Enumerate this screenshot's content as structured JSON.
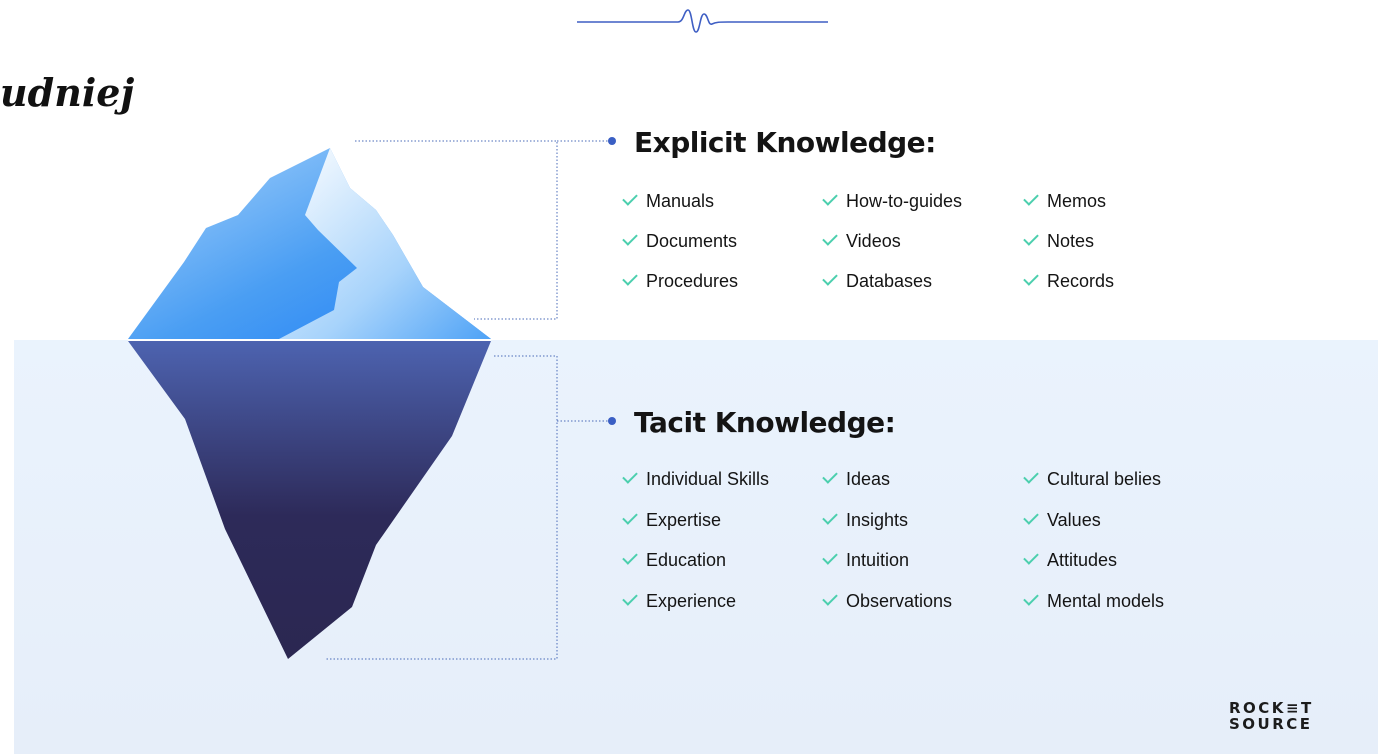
{
  "page": {
    "title_fragment": "udniej"
  },
  "explicit": {
    "title": "Explicit Knowledge",
    "colon": ":",
    "items": [
      "Manuals",
      "How-to-guides",
      "Memos",
      "Documents",
      "Videos",
      "Notes",
      "Procedures",
      "Databases",
      "Records"
    ]
  },
  "tacit": {
    "title": "Tacit Knowledge",
    "colon": ":",
    "items": [
      "Individual Skills",
      "Ideas",
      "Cultural belies",
      "Expertise",
      "Insights",
      "Values",
      "Education",
      "Intuition",
      "Attitudes",
      "Experience",
      "Observations",
      "Mental models"
    ]
  },
  "logo": {
    "line1": "ROCK",
    "e_glyph": "≡",
    "line1_end": "T",
    "line2": "SOURCE"
  },
  "colors": {
    "accent_check": "#4ccfae",
    "bullet": "#3a5fc4",
    "water": "#e8f1fc",
    "iceberg_top": "#3a8ff0",
    "iceberg_bottom": "#2e2a58"
  },
  "icons": [
    "wave-icon",
    "bullet-dot-icon",
    "check-icon",
    "iceberg-illustration"
  ]
}
